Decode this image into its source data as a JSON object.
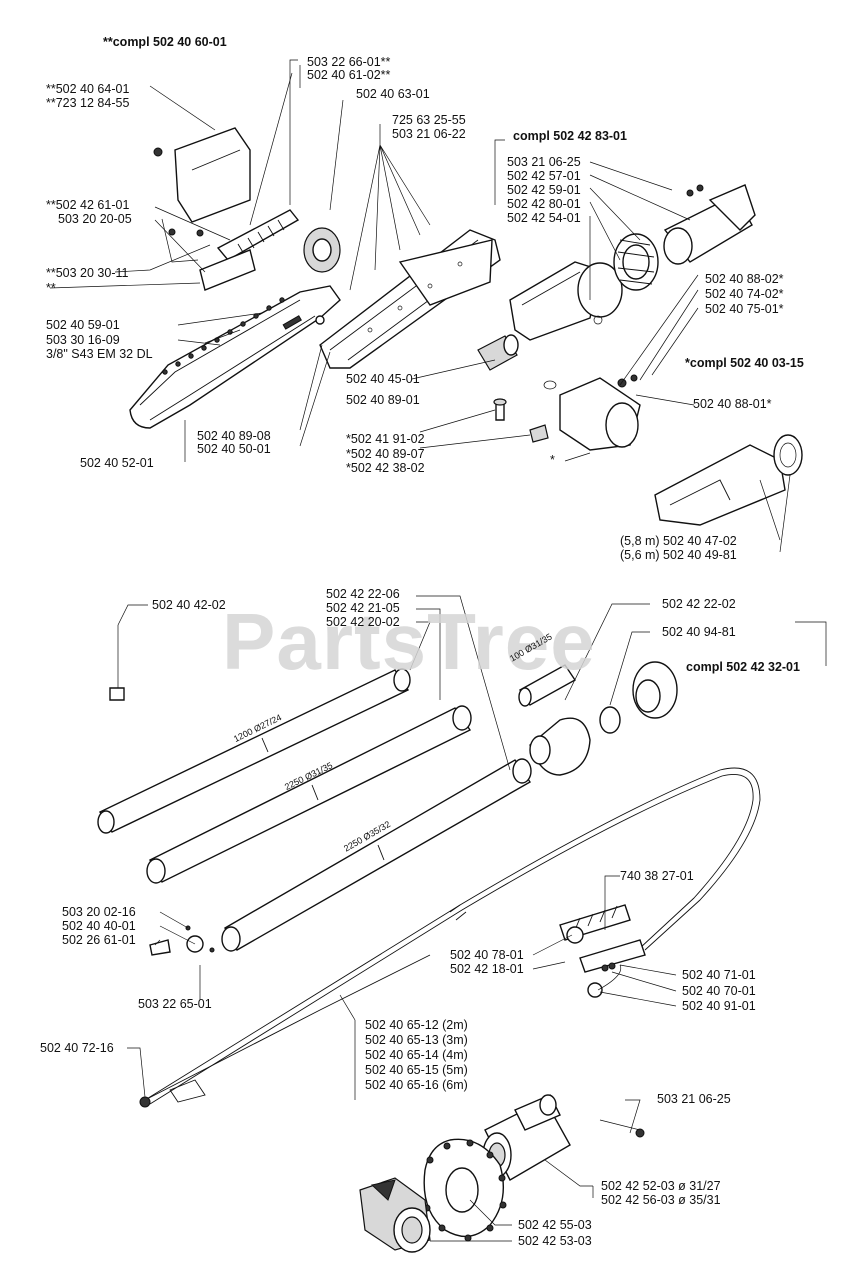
{
  "watermark": "PartsTree",
  "labels": {
    "compl_502406001": "**compl 502 40 60-01",
    "l503226601": "503 22 66-01**",
    "l502406102": "502 40 61-02**",
    "l502406301": "502 40 63-01",
    "l502406401": "**502 40 64-01",
    "l723128455": "**723 12 84-55",
    "l725632555": "725 63 25-55",
    "l503210622": "503 21 06-22",
    "compl_502428301": "compl 502 42 83-01",
    "l503210625a": "503 21 06-25",
    "l502425701": "502 42 57-01",
    "l502425901": "502 42 59-01",
    "l502428001": "502 42 80-01",
    "l502425401": "502 42 54-01",
    "l502426101": "**502 42 61-01",
    "l503202005": "503 20 20-05",
    "l503203011": "**503 20 30-11",
    "l_stars": "**",
    "l502408802": "502 40 88-02*",
    "l502407402": "502 40 74-02*",
    "l502407501": "502 40 75-01*",
    "compl_502400315": "*compl 502 40 03-15",
    "l502405901": "502 40 59-01",
    "l503301609": "503 30 16-09",
    "l_chain": "3/8\" S43 EM 32 DL",
    "l502404501": "502 40 45-01",
    "l502408901": "502 40 89-01",
    "l502408801": "502 40 88-01*",
    "l502408908": "502 40 89-08",
    "l502405001": "502 40 50-01",
    "l502419102": "*502 41 91-02",
    "l502408907": "*502 40 89-07",
    "l502423802": "*502 42 38-02",
    "l_star": "*",
    "l502405201": "502 40 52-01",
    "l502404702": "(5,8 m) 502 40 47-02",
    "l502404981": "(5,6 m) 502 40 49-81",
    "l502404202": "502 40 42-02",
    "l502422206": "502 42 22-06",
    "l502422105": "502 42 21-05",
    "l502422002": "502 42 20-02",
    "l502422202": "502 42 22-02",
    "l502409481": "502 40 94-81",
    "compl_502423201": "compl 502 42 32-01",
    "tube_100": "100 Ø31/35",
    "tube_1200": "1200 Ø27/24",
    "tube_2250a": "2250 Ø31/35",
    "tube_2250b": "2250 Ø35/32",
    "l740382701": "740 38 27-01",
    "l503200216": "503 20 02-16",
    "l502404001": "502 40 40-01",
    "l502266101": "502 26 61-01",
    "l503226501": "503 22 65-01",
    "l502407801": "502 40 78-01",
    "l502421801": "502 42 18-01",
    "l502407101": "502 40 71-01",
    "l502407001": "502 40 70-01",
    "l502409101": "502 40 91-01",
    "l502406512": "502 40 65-12 (2m)",
    "l502406513": "502 40 65-13 (3m)",
    "l502406514": "502 40 65-14 (4m)",
    "l502406515": "502 40 65-15 (5m)",
    "l502406516": "502 40 65-16 (6m)",
    "l502407216": "502 40 72-16",
    "l503210625b": "503 21 06-25",
    "l502425203": "502 42 52-03 ø 31/27",
    "l502425603": "502 42 56-03 ø 35/31",
    "l502425503": "502 42 55-03",
    "l502425303": "502 42 53-03"
  }
}
